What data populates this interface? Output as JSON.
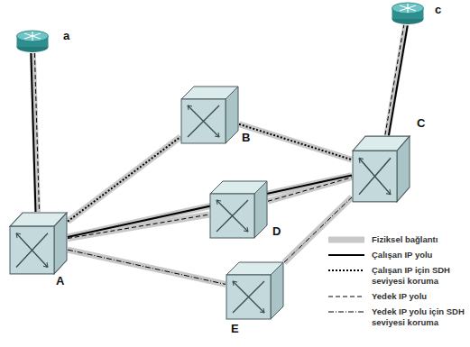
{
  "diagram": {
    "nodes": [
      {
        "text": [
          "a"
        ]
      },
      {
        "text": [
          "c"
        ]
      },
      {
        "text": [
          "A"
        ]
      },
      {
        "text": [
          "B"
        ]
      },
      {
        "text": [
          "C"
        ]
      },
      {
        "text": [
          "D"
        ]
      },
      {
        "text": [
          "E"
        ]
      }
    ],
    "edges": [
      {
        "from": 0,
        "to": 2,
        "arrow": "none"
      },
      {
        "from": 1,
        "to": 4,
        "arrow": "none"
      },
      {
        "from": 2,
        "to": 3,
        "arrow": "none"
      },
      {
        "from": 3,
        "to": 4,
        "arrow": "none"
      },
      {
        "from": 2,
        "to": 4,
        "arrow": "none"
      },
      {
        "from": 2,
        "to": 5,
        "arrow": "none"
      },
      {
        "from": 5,
        "to": 4,
        "arrow": "none"
      },
      {
        "from": 2,
        "to": 6,
        "arrow": "none"
      },
      {
        "from": 6,
        "to": 4,
        "arrow": "none"
      },
      {
        "from": 0,
        "to": 2,
        "arrow": "none"
      },
      {
        "from": 2,
        "to": 4,
        "arrow": "none"
      },
      {
        "from": 4,
        "to": 1,
        "arrow": "none"
      },
      {
        "from": 2,
        "to": 3,
        "arrow": "none"
      },
      {
        "from": 3,
        "to": 4,
        "arrow": "none"
      },
      {
        "from": 0,
        "to": 2,
        "arrow": "none"
      },
      {
        "from": 2,
        "to": 5,
        "arrow": "none"
      },
      {
        "from": 5,
        "to": 4,
        "arrow": "none"
      },
      {
        "from": 4,
        "to": 1,
        "arrow": "none"
      },
      {
        "from": 2,
        "to": 6,
        "arrow": "none"
      },
      {
        "from": 6,
        "to": 4,
        "arrow": "none"
      }
    ],
    "legend": [
      {
        "text": "Fiziksel bağlantı"
      },
      {
        "text": "Çalışan IP yolu"
      },
      {
        "text": "Çalışan IP için SDH seviyesi koruma"
      },
      {
        "text": "Yedek IP yolu"
      },
      {
        "text": "Yedek IP yolu için SDH seviyesi koruma"
      }
    ]
  }
}
